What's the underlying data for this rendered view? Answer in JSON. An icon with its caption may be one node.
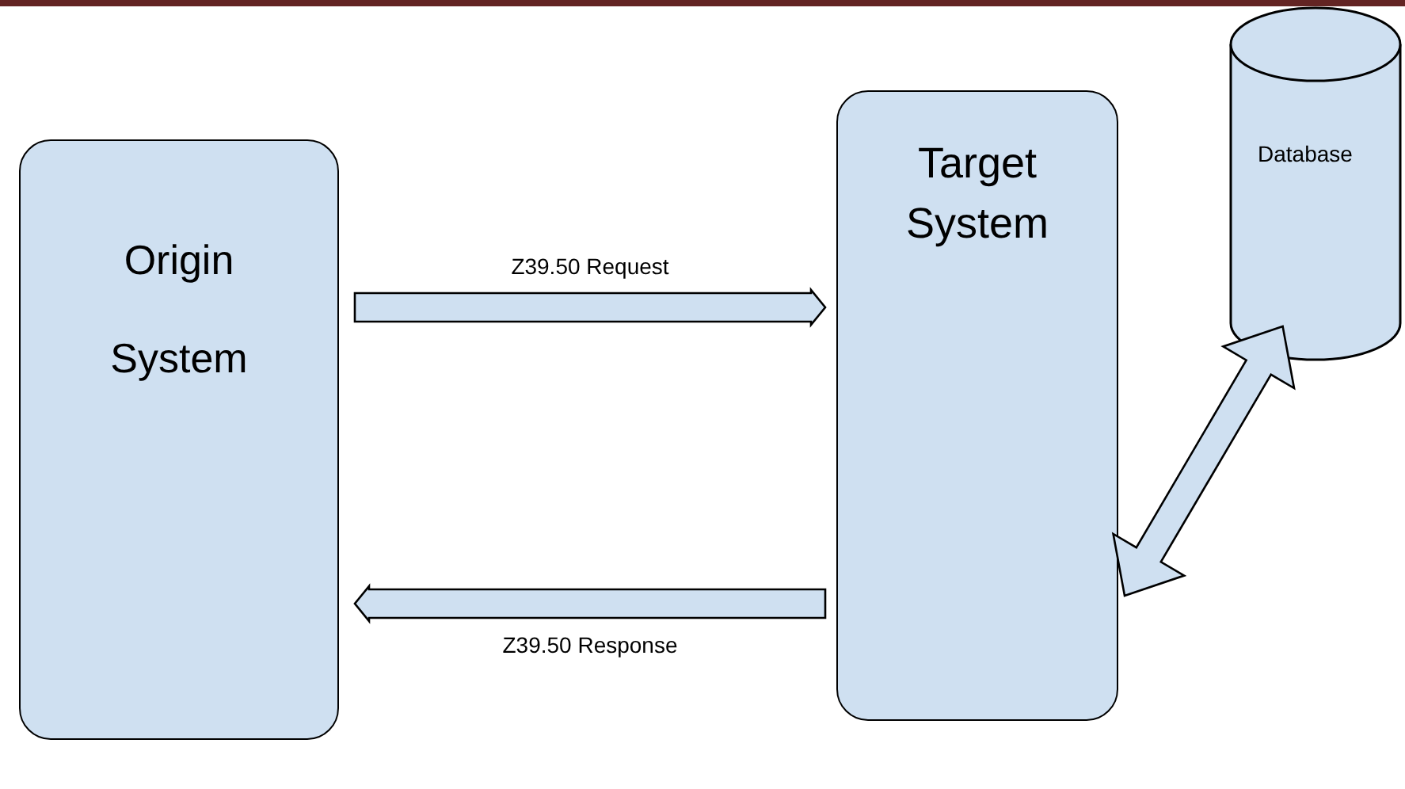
{
  "diagram": {
    "nodes": [
      {
        "text": [
          "Origin System"
        ]
      },
      {
        "text": [
          "Target System"
        ]
      },
      {
        "text": [
          "Database"
        ]
      }
    ],
    "edges": [
      {
        "from": 0,
        "to": 1,
        "arrow": "to",
        "label": "Z39.50 Request"
      },
      {
        "from": 1,
        "to": 0,
        "arrow": "to",
        "label": "Z39.50 Response"
      },
      {
        "from": 1,
        "to": 2,
        "arrow": "both"
      }
    ]
  }
}
